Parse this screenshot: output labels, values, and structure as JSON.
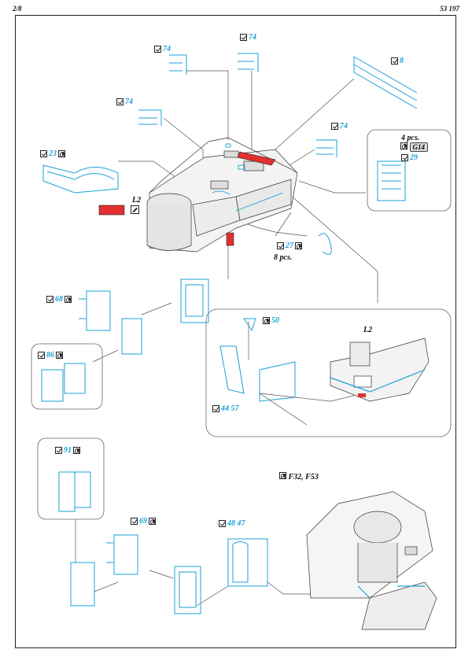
{
  "header": {
    "page": "2/8",
    "code": "53 197"
  },
  "callouts": [
    {
      "id": "c74a",
      "text": "74",
      "icons": [
        "chk"
      ]
    },
    {
      "id": "c74b",
      "text": "74",
      "icons": [
        "chk"
      ]
    },
    {
      "id": "c8",
      "text": "8",
      "icons": [
        "chk"
      ]
    },
    {
      "id": "c74c",
      "text": "74",
      "icons": [
        "chk"
      ]
    },
    {
      "id": "c74d",
      "text": "74",
      "icons": [
        "chk"
      ]
    },
    {
      "id": "c23",
      "text": "23",
      "icons": [
        "chk",
        "bd"
      ]
    },
    {
      "id": "c29",
      "text": "29",
      "icons": [
        "chk"
      ]
    },
    {
      "id": "c27",
      "text": "27",
      "icons": [
        "chk",
        "bd"
      ]
    },
    {
      "id": "c68",
      "text": "68",
      "icons": [
        "chk",
        "bd"
      ]
    },
    {
      "id": "c86",
      "text": "86",
      "icons": [
        "chk",
        "bd"
      ]
    },
    {
      "id": "c50",
      "text": "50",
      "icons": [
        "bd"
      ]
    },
    {
      "id": "c4457",
      "text": "44 57",
      "icons": [
        "chk",
        "bd"
      ]
    },
    {
      "id": "c91",
      "text": "91",
      "icons": [
        "chk",
        "bd"
      ]
    },
    {
      "id": "c69",
      "text": "69",
      "icons": [
        "chk",
        "bd"
      ]
    },
    {
      "id": "c4847",
      "text": "48 47",
      "icons": [
        "chk",
        "bd"
      ]
    }
  ],
  "labels": {
    "l2_main": "L2",
    "l2_detail": "L2",
    "pcs4": "4 pcs.",
    "pcs8": "8 pcs.",
    "g14": "G14",
    "f32": "F32, F53"
  },
  "colors": {
    "part_blue": "#1aa0d8",
    "paint_red": "#e03030",
    "line": "#555555"
  }
}
